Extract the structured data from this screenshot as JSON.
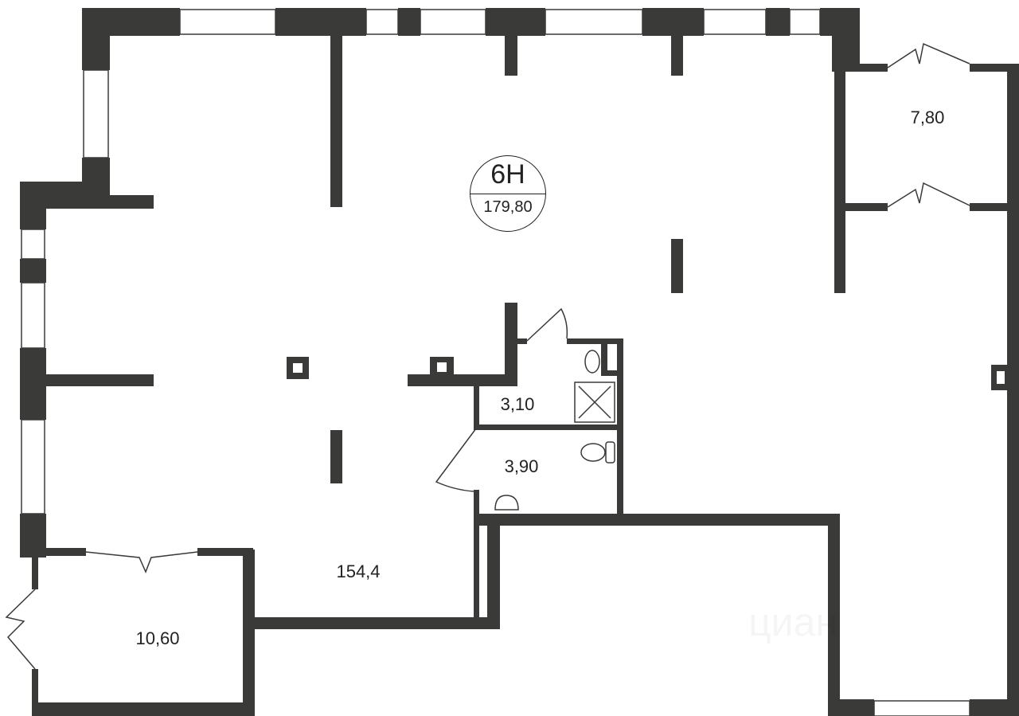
{
  "unit": {
    "name": "6Н",
    "area": "179,80"
  },
  "rooms": [
    {
      "id": "main",
      "area": "154,4"
    },
    {
      "id": "storage-top-right",
      "area": "7,80"
    },
    {
      "id": "bath-shower",
      "area": "3,10"
    },
    {
      "id": "bath-wc",
      "area": "3,90"
    },
    {
      "id": "vestibule",
      "area": "10,60"
    }
  ],
  "watermark": "циан",
  "colors": {
    "wall": "#3a3a38"
  }
}
